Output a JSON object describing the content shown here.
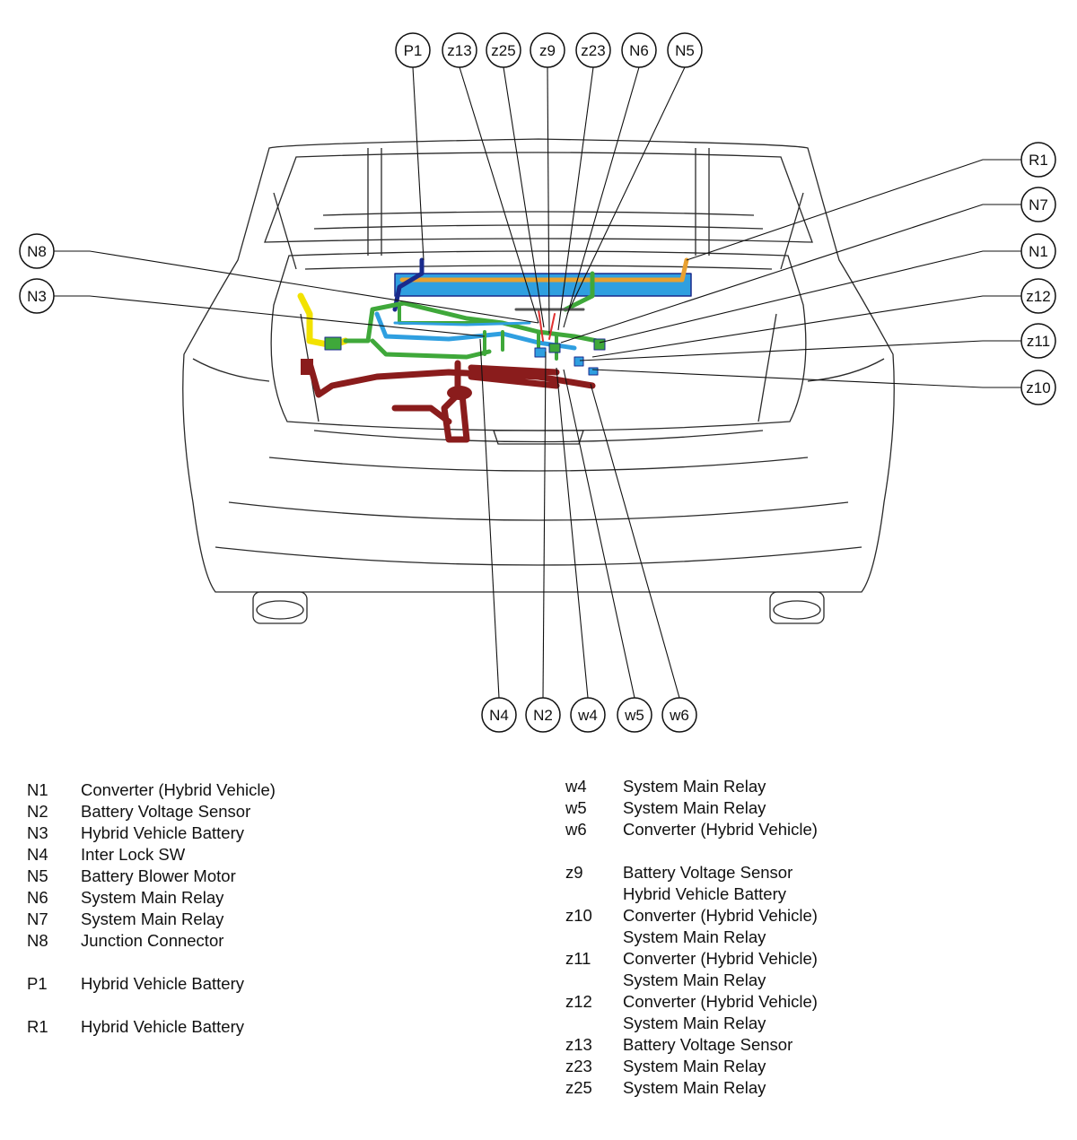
{
  "callouts": {
    "P1": "P1",
    "z13": "z13",
    "z25": "z25",
    "z9": "z9",
    "z23": "z23",
    "N6": "N6",
    "N5": "N5",
    "R1": "R1",
    "N7": "N7",
    "N1": "N1",
    "z12": "z12",
    "z11": "z11",
    "z10": "z10",
    "N8": "N8",
    "N3": "N3",
    "N4": "N4",
    "N2": "N2",
    "w4": "w4",
    "w5": "w5",
    "w6": "w6"
  },
  "legend_left": [
    {
      "code": "N1",
      "desc": "Converter (Hybrid Vehicle)"
    },
    {
      "code": "N2",
      "desc": "Battery Voltage Sensor"
    },
    {
      "code": "N3",
      "desc": "Hybrid Vehicle Battery"
    },
    {
      "code": "N4",
      "desc": "Inter Lock SW"
    },
    {
      "code": "N5",
      "desc": "Battery Blower Motor"
    },
    {
      "code": "N6",
      "desc": "System Main Relay"
    },
    {
      "code": "N7",
      "desc": "System Main Relay"
    },
    {
      "code": "N8",
      "desc": "Junction Connector"
    },
    {
      "code": "P1",
      "desc": "Hybrid Vehicle Battery"
    },
    {
      "code": "R1",
      "desc": "Hybrid Vehicle Battery"
    }
  ],
  "legend_right": [
    {
      "code": "w4",
      "desc": "System Main Relay"
    },
    {
      "code": "w5",
      "desc": "System Main Relay"
    },
    {
      "code": "w6",
      "desc": "Converter (Hybrid Vehicle)"
    },
    {
      "code": "z9",
      "desc": "Battery Voltage Sensor"
    },
    {
      "code": "",
      "desc": "Hybrid Vehicle Battery"
    },
    {
      "code": "z10",
      "desc": "Converter (Hybrid Vehicle)"
    },
    {
      "code": "",
      "desc": "System Main Relay"
    },
    {
      "code": "z11",
      "desc": "Converter (Hybrid Vehicle)"
    },
    {
      "code": "",
      "desc": "System Main Relay"
    },
    {
      "code": "z12",
      "desc": "Converter (Hybrid Vehicle)"
    },
    {
      "code": "",
      "desc": "System Main Relay"
    },
    {
      "code": "z13",
      "desc": "Battery Voltage Sensor"
    },
    {
      "code": "z23",
      "desc": "System Main Relay"
    },
    {
      "code": "z25",
      "desc": "System Main Relay"
    }
  ],
  "colors": {
    "outline": "#2a2a2a",
    "harness_blue": "#2f9fe0",
    "harness_green": "#3fa83a",
    "harness_yellow": "#f2e200",
    "harness_orange": "#e8a030",
    "harness_red": "#8a1c1c",
    "harness_navy": "#1a2a8c"
  }
}
